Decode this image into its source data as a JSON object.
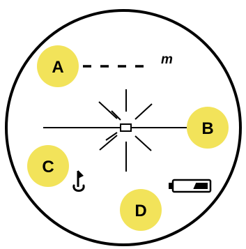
{
  "display": {
    "distance_readout": "- - - -",
    "distance_unit": "m"
  },
  "callouts": {
    "a": "A",
    "b": "B",
    "c": "C",
    "d": "D"
  },
  "icons": {
    "reticle": "crosshair-starburst-icon",
    "flag": "golf-flag-icon",
    "battery": "battery-icon"
  },
  "colors": {
    "callout_fill": "#F2E35A",
    "line": "#000000",
    "background": "#ffffff"
  },
  "battery_level": 0.45
}
